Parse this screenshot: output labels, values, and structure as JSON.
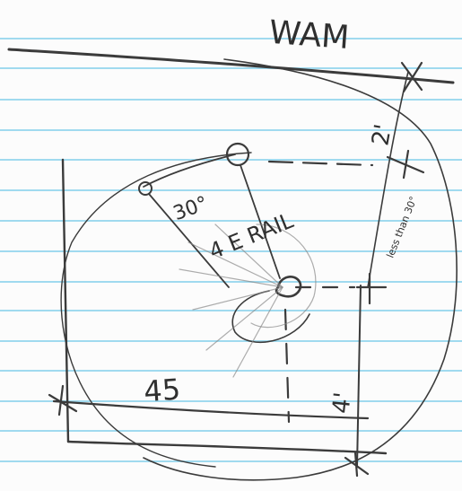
{
  "sketch": {
    "title": "WAM",
    "labels": {
      "rail": "4 E RAIL",
      "angle": "30°",
      "note": "less than 30°",
      "dim_top_right": "2'",
      "dim_bottom": "4'",
      "dim_left": "45"
    },
    "paper": {
      "rule_color": "#8fd3ec",
      "pencil_color": "#3b3b3b"
    }
  }
}
